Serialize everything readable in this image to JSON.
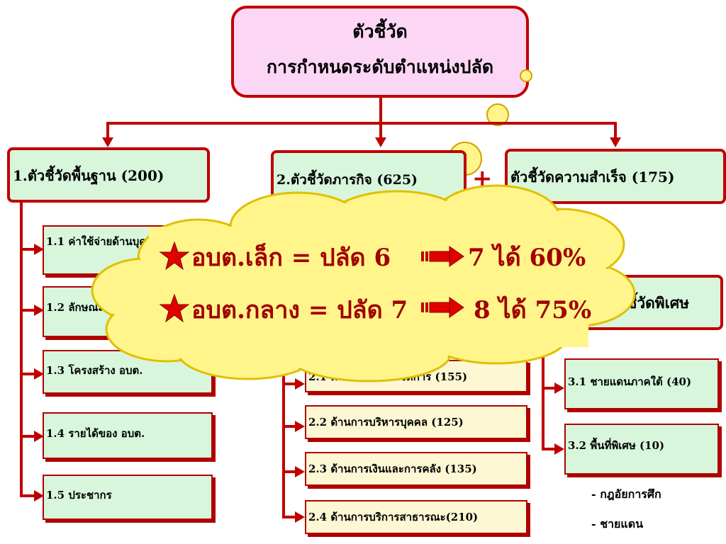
{
  "root": {
    "title": "ตัวชี้วัด",
    "subtitle": "การกำหนดระดับตำแหน่งปลัด"
  },
  "branches": {
    "basic": "1.ตัวชี้วัดพื้นฐาน (200)",
    "mission": "2.ตัวชี้วัดภารกิจ (625)",
    "success": "ตัวชี้วัดความสำเร็จ (175)",
    "special": "3.ตัวชี้วัดพิเศษ"
  },
  "plus": "+",
  "basic_items": [
    "1.1 ค่าใช้จ่ายด้านบุคคล",
    "1.2 ลักษณะพื้นที่",
    "1.3 โครงสร้าง อบต.",
    "1.4 รายได้ของ อบต.",
    "1.5 ประชากร"
  ],
  "mission_items": [
    "2.1 ด้านการบริหารจัดการ (155)",
    "2.2 ด้านการบริหารบุคคล (125)",
    "2.3 ด้านการเงินและการคลัง (135)",
    "2.4 ด้านการบริการสาธารณะ(210)"
  ],
  "special_items": [
    "3.1 ชายแดนภาคใต้ (40)",
    "3.2 พื้นที่พิเศษ (10)"
  ],
  "special_notes": [
    "- กฎอัยการศึก",
    "- ชายแดน"
  ],
  "cloud": {
    "line1": {
      "label": "อบต.เล็ก    = ปลัด 6",
      "result": "7 ได้ 60%"
    },
    "line2": {
      "label": "อบต.กลาง = ปลัด 7",
      "result": "8 ได้ 75%"
    }
  },
  "colors": {
    "red": "#c00000",
    "pink_fill": "#fbd6f5",
    "green_fill": "#d8f6dc",
    "cream_fill": "#fdf7d4",
    "cloud_fill": "#fff58a",
    "cloud_text": "#a10000"
  },
  "icons": [
    "star-icon",
    "right-arrow-icon"
  ]
}
